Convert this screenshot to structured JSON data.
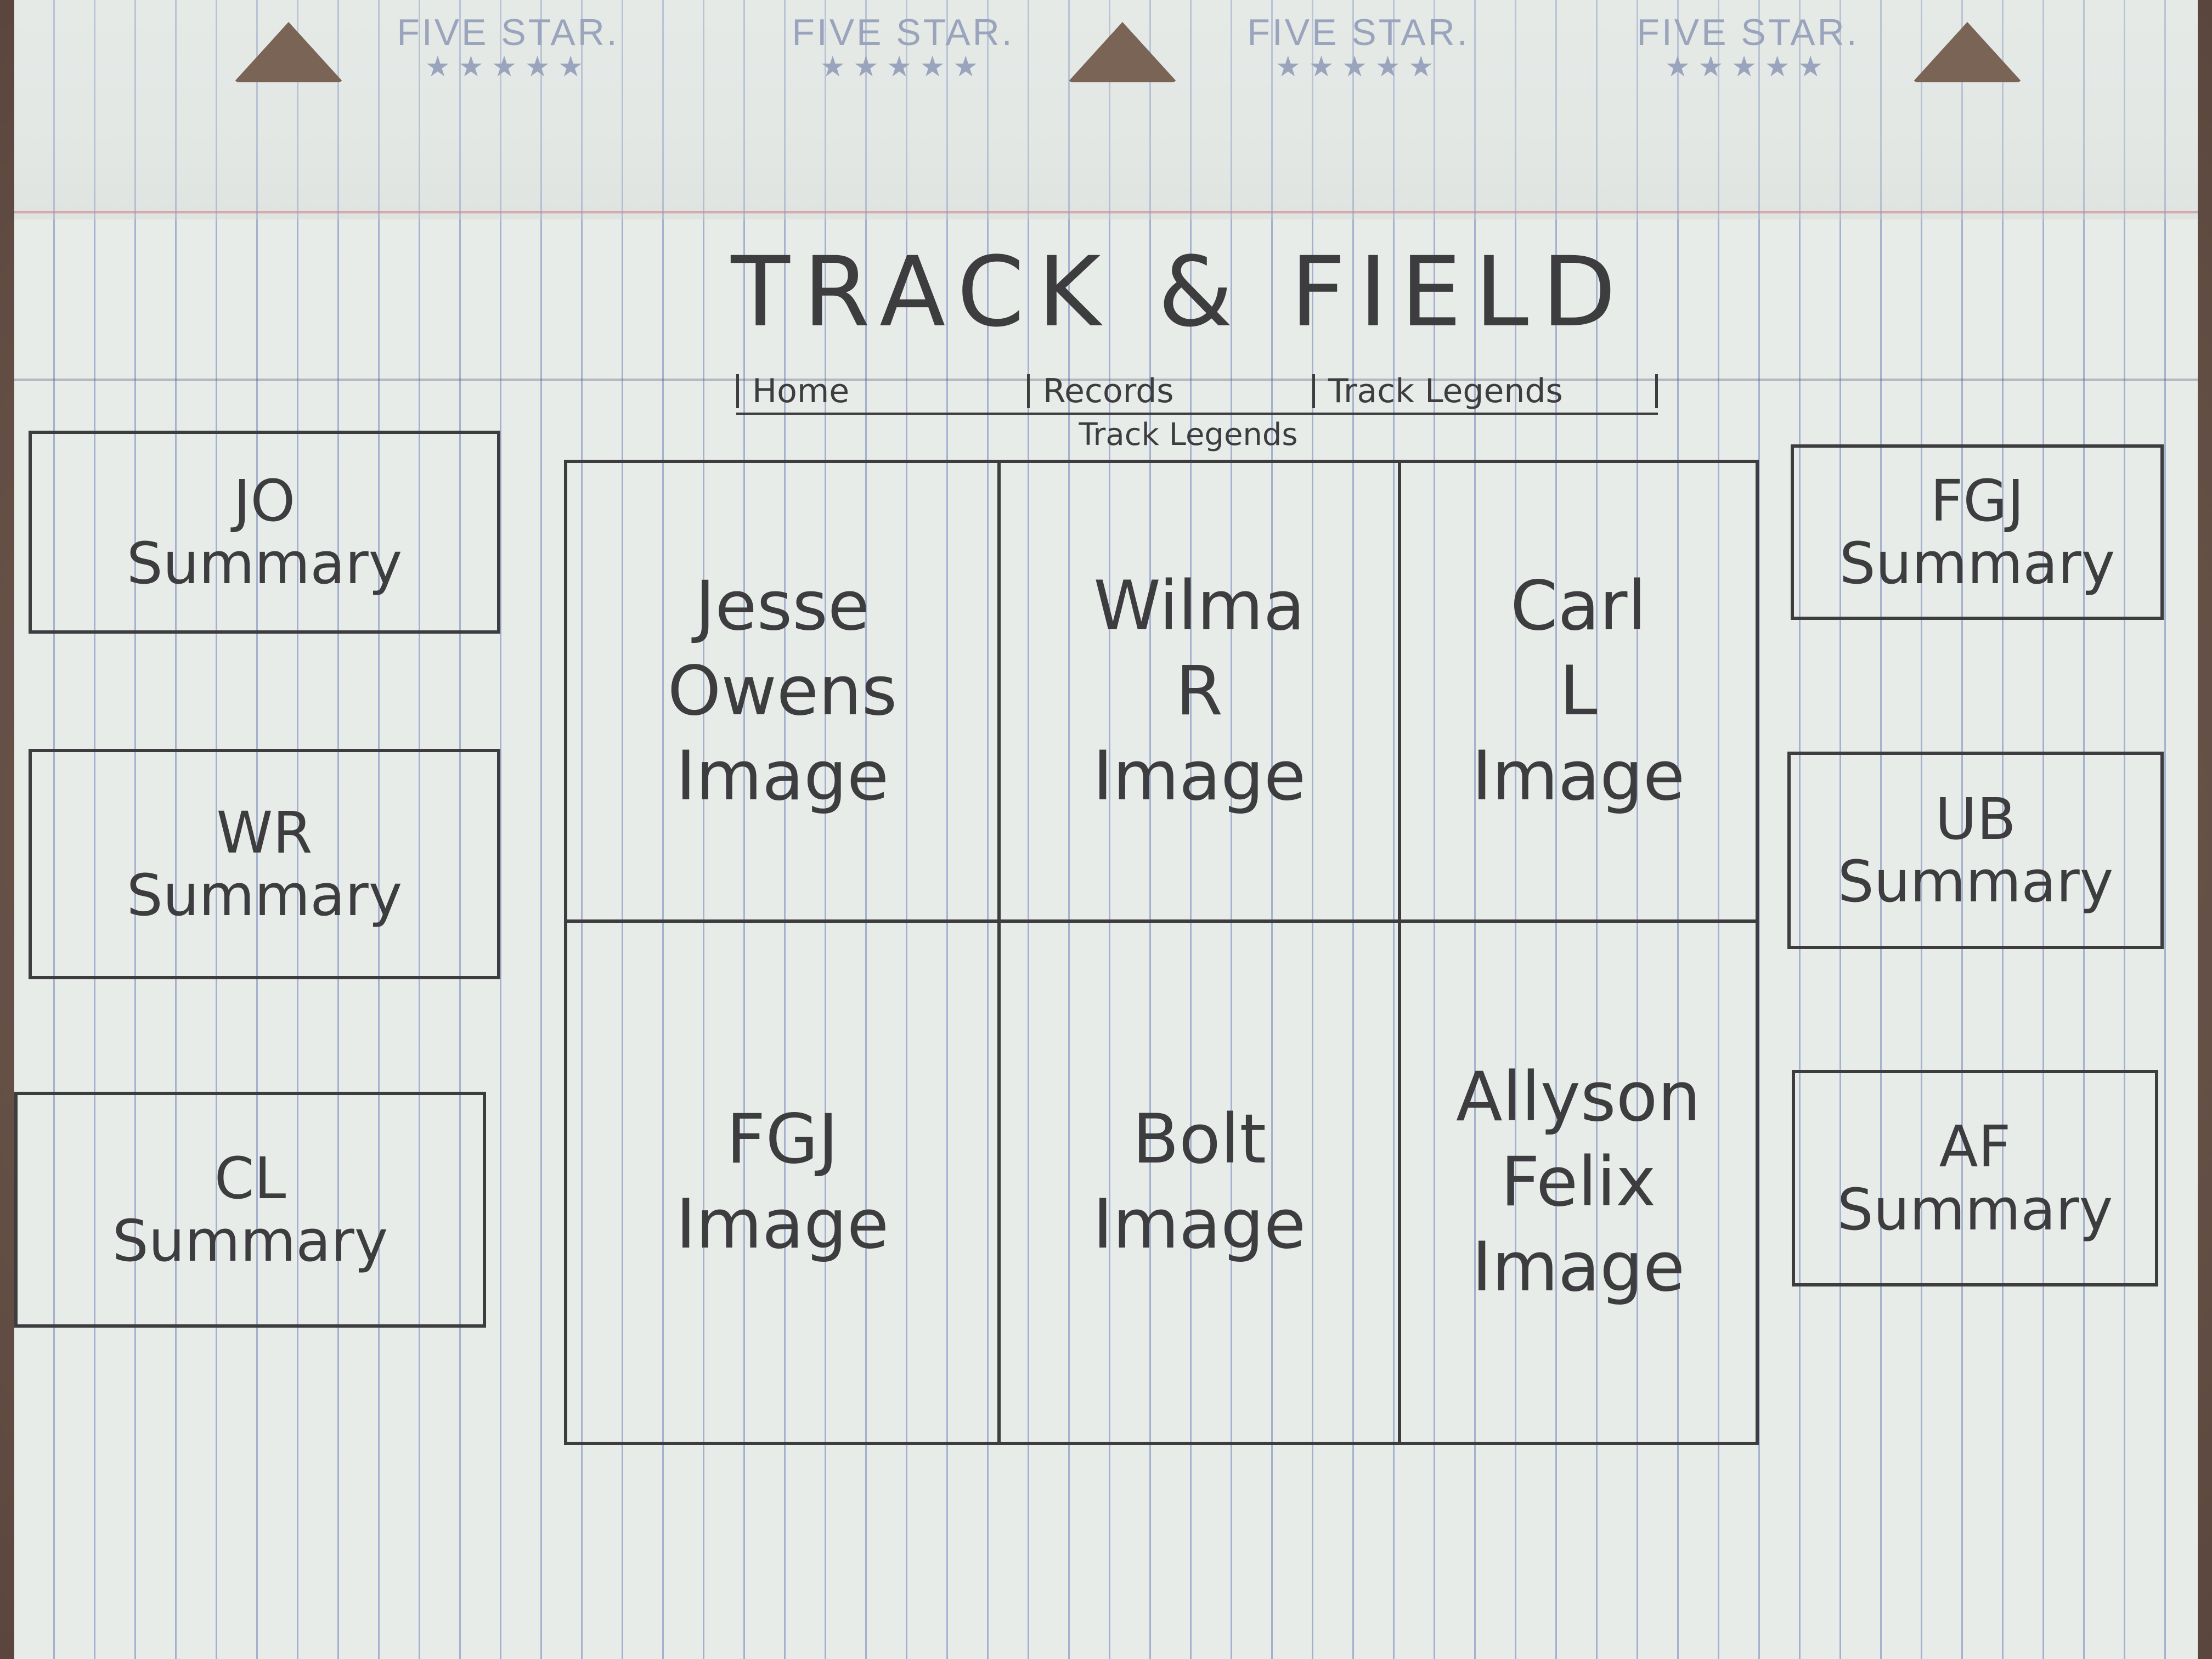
{
  "notebook": {
    "brand_name": "FIVE STAR.",
    "brand_stars": "★★★★★"
  },
  "site": {
    "title": "TRACK & FIELD",
    "nav": [
      "Home",
      "Records",
      "Track Legends"
    ],
    "page_label": "Track Legends"
  },
  "left_summaries": [
    "JO\nSummary",
    "WR\nSummary",
    "CL\nSummary"
  ],
  "right_summaries": [
    "FGJ\nSummary",
    "UB\nSummary",
    "AF\nSummary"
  ],
  "image_grid": [
    "Jesse\nOwens\nImage",
    "Wilma\nR\nImage",
    "Carl\nL\nImage",
    "FGJ\nImage",
    "Bolt\nImage",
    "Allyson\nFelix\nImage"
  ]
}
